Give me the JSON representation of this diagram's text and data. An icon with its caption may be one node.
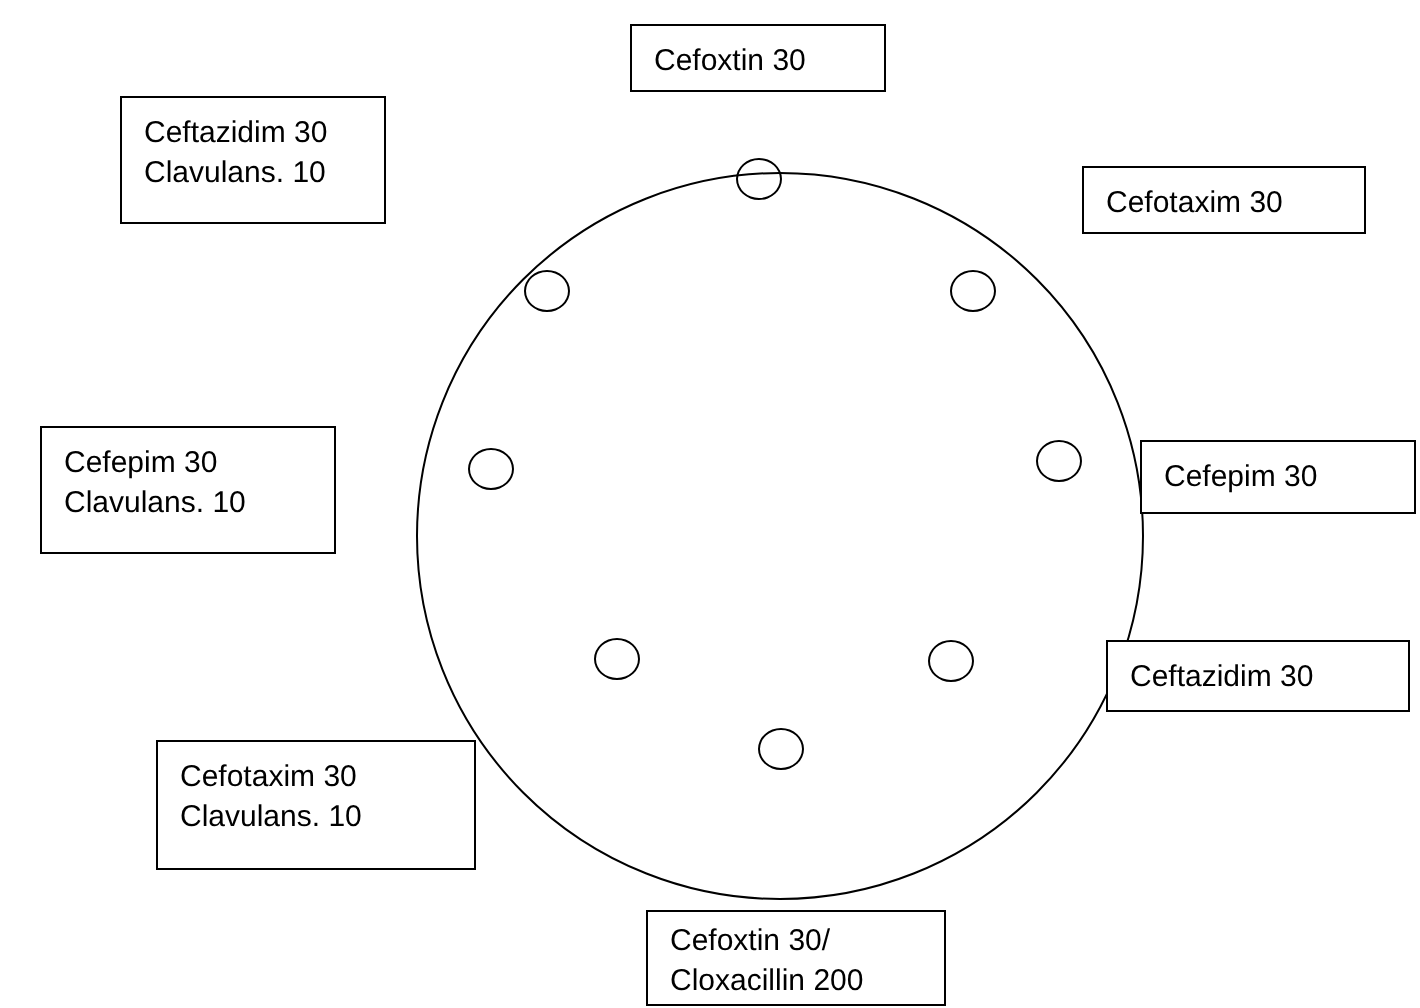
{
  "diagram": {
    "nodes": [
      {
        "text": [
          "Cefoxtin 30"
        ]
      },
      {
        "text": [
          "Ceftazidim 30 Clavulans. 10"
        ]
      },
      {
        "text": [
          "Cefotaxim 30"
        ]
      },
      {
        "text": [],
        "shape": "circle"
      },
      {
        "text": [],
        "shape": "circle",
        "in": 3
      },
      {
        "text": [],
        "shape": "circle",
        "in": 3
      },
      {
        "text": [],
        "shape": "circle",
        "in": 3
      },
      {
        "text": [],
        "shape": "circle",
        "in": 3
      },
      {
        "text": [],
        "shape": "circle",
        "in": 3
      },
      {
        "text": [],
        "shape": "circle",
        "in": 3
      },
      {
        "text": [],
        "shape": "circle",
        "in": 3
      },
      {
        "text": [],
        "shape": "circle",
        "in": 3
      },
      {
        "text": [
          "Cefepim 30 Clavulans. 10"
        ]
      },
      {
        "text": [
          "Cefepim 30"
        ]
      },
      {
        "text": [
          "Ceftazidim 30"
        ]
      },
      {
        "text": [
          "Cefotaxim 30 Clavulans. 10"
        ]
      },
      {
        "text": [
          "Cefoxtin 30/ Cloxacillin 200"
        ]
      }
    ]
  }
}
